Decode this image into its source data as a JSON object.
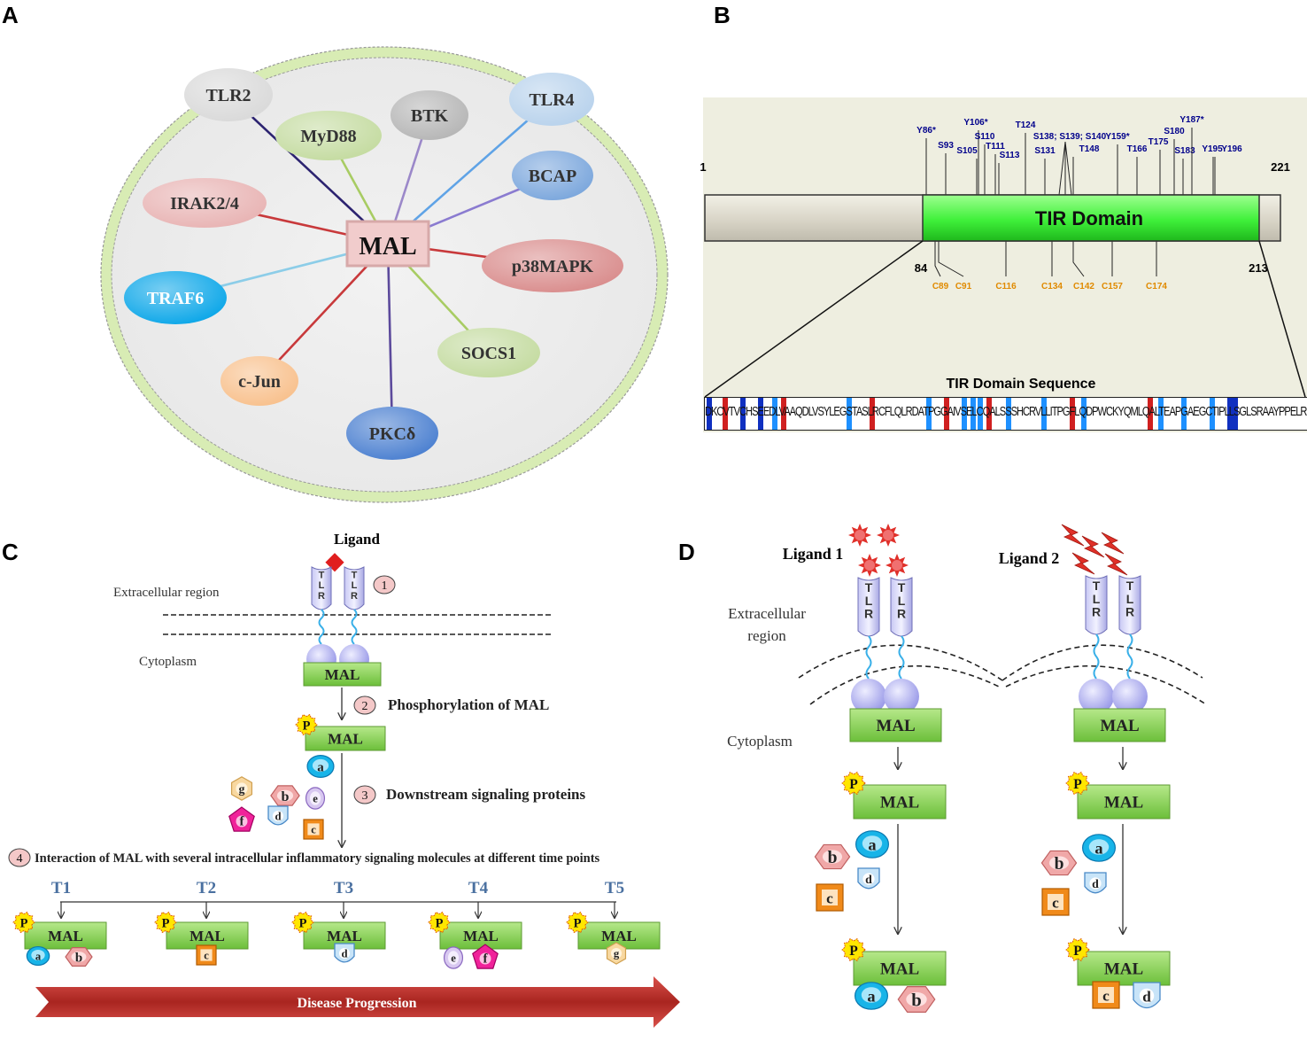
{
  "panels": {
    "a": "A",
    "b": "B",
    "c": "C",
    "d": "D"
  },
  "colors": {
    "mal_green": "#8cd35a",
    "tir_green": "#3ff03a",
    "arrow_red": "#c0302b",
    "residue_blue": "#00008b",
    "cys_orange": "#e08a00"
  },
  "panel_a": {
    "center": "MAL",
    "nodes": [
      {
        "label": "TLR2",
        "color": "#d9d9d9",
        "edge": "#2c2370"
      },
      {
        "label": "MyD88",
        "color": "#c4dba0",
        "edge": "#a8cc63"
      },
      {
        "label": "BTK",
        "color": "#b5b5b5",
        "edge": "#9b88c9"
      },
      {
        "label": "TLR4",
        "color": "#b8d2ec",
        "edge": "#5fa3e6"
      },
      {
        "label": "BCAP",
        "color": "#7aa6dc",
        "edge": "#8a7bd0"
      },
      {
        "label": "IRAK2/4",
        "color": "#e8b3b3",
        "edge": "#c8393b"
      },
      {
        "label": "p38MAPK",
        "color": "#d98c8c",
        "edge": "#c8393b"
      },
      {
        "label": "TRAF6",
        "color": "#0aa6e8",
        "edge": "#8ccde8"
      },
      {
        "label": "SOCS1",
        "color": "#c4dba0",
        "edge": "#a8cc63"
      },
      {
        "label": "c-Jun",
        "color": "#f8c08c",
        "edge": "#c8393b"
      },
      {
        "label": "PKCδ",
        "color": "#4a7fd0",
        "edge": "#5c4a9c"
      }
    ]
  },
  "panel_b": {
    "start": "1",
    "end": "221",
    "domain_start": "84",
    "domain_end": "213",
    "domain_label": "TIR Domain",
    "sites_top": [
      "Y86*",
      "S93",
      "S105",
      "Y106*",
      "S110",
      "T111",
      "S113",
      "T124",
      "S131",
      "S138; S139; S140",
      "T148",
      "Y159*",
      "T166",
      "T175",
      "S180",
      "S183",
      "Y187*",
      "Y195",
      "Y196"
    ],
    "sites_bottom": [
      "C89",
      "C91",
      "C116",
      "C134",
      "C142",
      "C157",
      "C174"
    ],
    "sequence_title": "TIR Domain Sequence",
    "sequence": "DKCVTVCHSEEDLVAAQDLVSYLEGSTASLRCFLQLRDATPGGAIVSELCQALSSSHCRVLLITPGFLQDPWCKYQMLQALTEAPGAEGCTIPLLSGLSRAAYPPELRFMYYVDGRGPDGGFRQVKEAV"
  },
  "panel_c": {
    "ligand": "Ligand",
    "extracellular": "Extracellular region",
    "cytoplasm": "Cytoplasm",
    "tlr_letters": [
      "T",
      "L",
      "R"
    ],
    "mal": "MAL",
    "p": "P",
    "steps": [
      {
        "num": "1",
        "text": ""
      },
      {
        "num": "2",
        "text": "Phosphorylation of  MAL"
      },
      {
        "num": "3",
        "text": "Downstream signaling proteins"
      },
      {
        "num": "4",
        "text": "Interaction of MAL with several intracellular inflammatory signaling molecules at different time points"
      }
    ],
    "proteins": [
      "a",
      "b",
      "c",
      "d",
      "e",
      "f",
      "g"
    ],
    "timepoints": [
      "T1",
      "T2",
      "T3",
      "T4",
      "T5"
    ],
    "progression": "Disease Progression"
  },
  "panel_d": {
    "ligand1": "Ligand 1",
    "ligand2": "Ligand 2",
    "extracellular_l1": "Extracellular",
    "extracellular_l2": "region",
    "cytoplasm": "Cytoplasm",
    "mal": "MAL",
    "p": "P"
  }
}
